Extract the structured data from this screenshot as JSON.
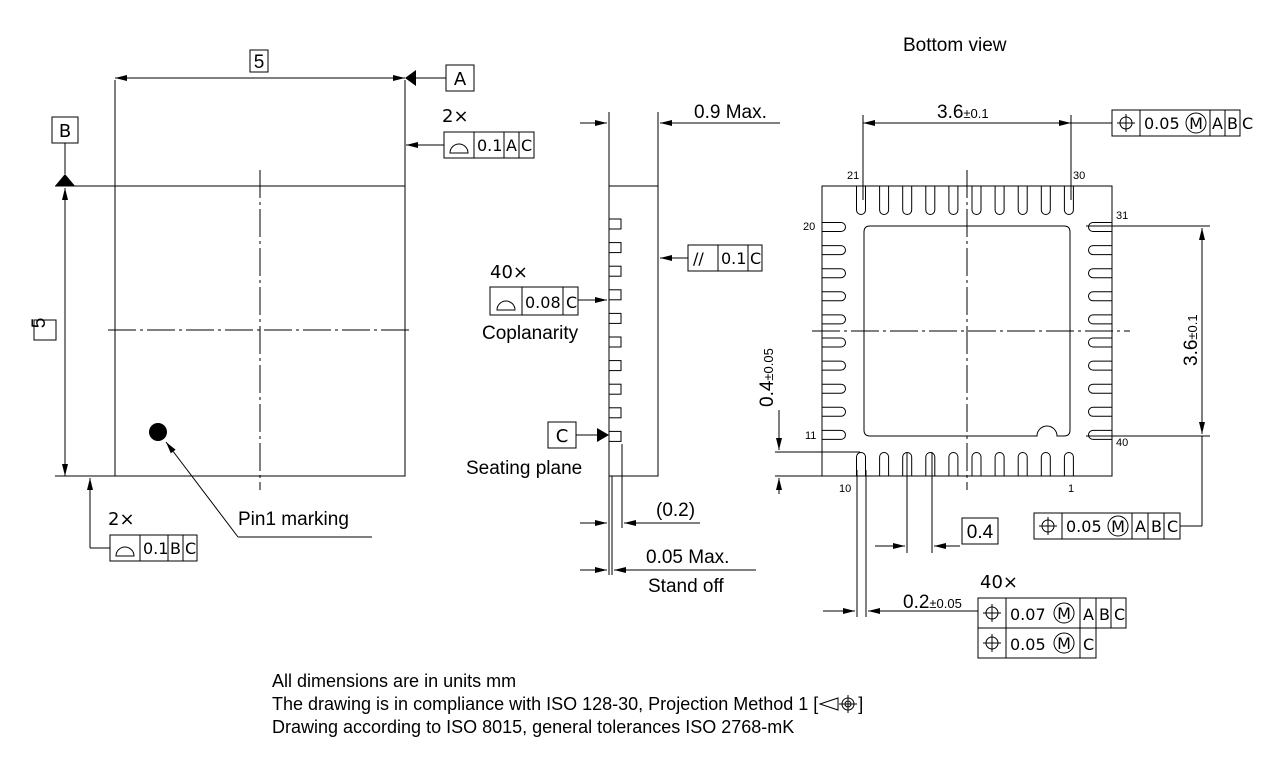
{
  "top_view": {
    "width_dim": "5",
    "height_dim": "5",
    "datum_a": "A",
    "datum_b": "B",
    "pin1_label": "Pin1 marking",
    "profile_top": {
      "multiplier": "2×",
      "cells": [
        "0.1",
        "A",
        "C"
      ]
    },
    "profile_bottom": {
      "multiplier": "2×",
      "cells": [
        "0.1",
        "B",
        "C"
      ]
    }
  },
  "side_view": {
    "height_dim": "0.9 Max.",
    "parallelism": {
      "cells": [
        "//",
        "0.1",
        "C"
      ]
    },
    "coplanarity": {
      "multiplier": "40×",
      "cells": [
        "0.08",
        "C"
      ],
      "label": "Coplanarity"
    },
    "datum_c": "C",
    "seating_plane": "Seating plane",
    "standoff_ref": "(0.2)",
    "standoff_dim": "0.05 Max.",
    "standoff_label": "Stand off"
  },
  "bottom_view": {
    "title": "Bottom view",
    "width_dim": "3.6",
    "width_tol": "±0.1",
    "height_dim": "3.6",
    "height_tol": "±0.1",
    "pitch_dim": "0.4",
    "pad_len_dim": "0.4",
    "pad_len_tol": "±0.05",
    "pad_width_dim": "0.2",
    "pad_width_tol": "±0.05",
    "pin_labels": {
      "p1": "1",
      "p10": "10",
      "p11": "11",
      "p20": "20",
      "p21": "21",
      "p30": "30",
      "p31": "31",
      "p40": "40"
    },
    "position_top": {
      "value": "0.05",
      "modifier": "M",
      "datums": [
        "A",
        "B",
        "C"
      ]
    },
    "position_right": {
      "value": "0.05",
      "modifier": "M",
      "datums": [
        "A",
        "B",
        "C"
      ]
    },
    "pad_tol_multiplier": "40×",
    "pad_tol_row1": {
      "value": "0.07",
      "modifier": "M",
      "datums": [
        "A",
        "B",
        "C"
      ]
    },
    "pad_tol_row2": {
      "value": "0.05",
      "modifier": "M",
      "datums": [
        "C"
      ]
    }
  },
  "notes": {
    "line1": "All dimensions are in units mm",
    "line2_a": "The drawing is in compliance with ISO 128-30, Projection Method 1 [",
    "line2_b": "]",
    "line3": "Drawing according to ISO 8015, general tolerances ISO 2768-mK"
  }
}
